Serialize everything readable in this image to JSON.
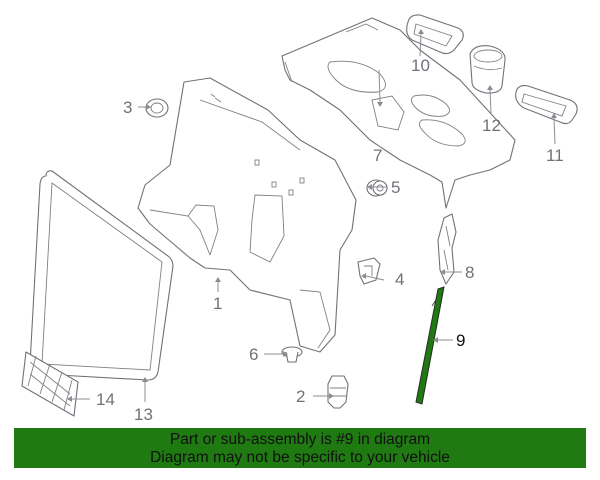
{
  "callouts": {
    "c1": "1",
    "c2": "2",
    "c3": "3",
    "c4": "4",
    "c5": "5",
    "c6": "6",
    "c7": "7",
    "c8": "8",
    "c9": "9",
    "c10": "10",
    "c11": "11",
    "c12": "12",
    "c13": "13",
    "c14": "14"
  },
  "highlighted_part": "9",
  "colors": {
    "highlight": "#1f7a12",
    "banner_bg": "#1f7a12",
    "line": "#6f7278"
  },
  "banner": {
    "line1": "Part or sub-assembly is #9 in diagram",
    "line2": "Diagram may not be specific to your vehicle"
  }
}
